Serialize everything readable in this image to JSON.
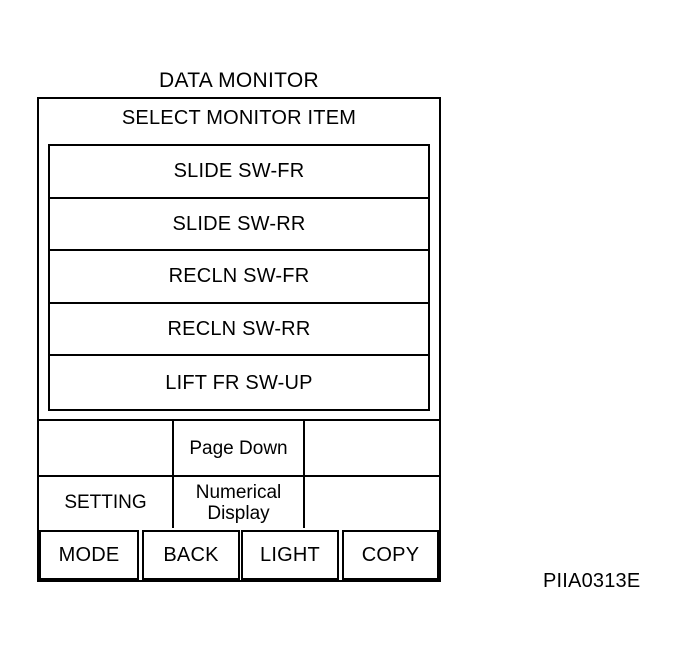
{
  "screen": {
    "title": "DATA MONITOR",
    "panel_header": "SELECT MONITOR ITEM"
  },
  "monitor_items": [
    {
      "label": "SLIDE SW-FR"
    },
    {
      "label": "SLIDE SW-RR"
    },
    {
      "label": "RECLN SW-FR"
    },
    {
      "label": "RECLN SW-RR"
    },
    {
      "label": "LIFT FR SW-UP"
    }
  ],
  "control_panel": {
    "rows": [
      {
        "name": "page-row",
        "cells": [
          {
            "label": ""
          },
          {
            "label": "Page Down"
          },
          {
            "label": ""
          }
        ]
      },
      {
        "name": "setting-row",
        "cells": [
          {
            "label": "SETTING"
          },
          {
            "label": "Numerical\nDisplay"
          },
          {
            "label": ""
          }
        ]
      }
    ]
  },
  "hardware_buttons": [
    {
      "label": "MODE"
    },
    {
      "label": "BACK"
    },
    {
      "label": "LIGHT"
    },
    {
      "label": "COPY"
    }
  ],
  "figure": {
    "reference_code": "PIIA0313E"
  },
  "colors": {
    "line": "#000000",
    "background": "#ffffff",
    "text": "#000000"
  }
}
